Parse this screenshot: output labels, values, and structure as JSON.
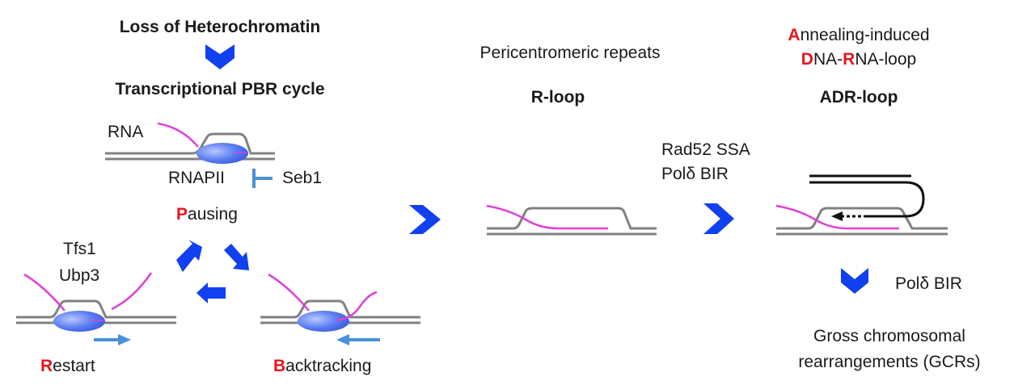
{
  "colors": {
    "accent_blue": "#1040f0",
    "rna_pink": "#e040d8",
    "dna_gray": "#808080",
    "highlight_red": "#e8141c",
    "inhibit_blue": "#4a90d9"
  },
  "left": {
    "title": "Loss of Heterochromatin",
    "subtitle": "Transcriptional PBR cycle",
    "rna_label": "RNA",
    "polymerase_label": "RNAPII",
    "inhibitor_label": "Seb1",
    "pausing": {
      "initial": "P",
      "rest": "ausing"
    },
    "factors": [
      "Tfs1",
      "Ubp3"
    ],
    "restart": {
      "initial": "R",
      "rest": "estart"
    },
    "backtracking": {
      "initial": "B",
      "rest": "acktracking"
    }
  },
  "middle": {
    "caption": "Pericentromeric repeats",
    "title": "R-loop",
    "mechanisms": [
      "Rad52 SSA",
      "Polδ BIR"
    ]
  },
  "right": {
    "caption_line1": {
      "initial": "A",
      "rest": "nnealing-induced"
    },
    "caption_line2": {
      "d": "D",
      "na": "NA-",
      "r": "R",
      "rest": "NA-loop"
    },
    "title": "ADR-loop",
    "step_label": "Polδ BIR",
    "outcome_line1": "Gross chromosomal",
    "outcome_line2": "rearrangements (GCRs)"
  }
}
